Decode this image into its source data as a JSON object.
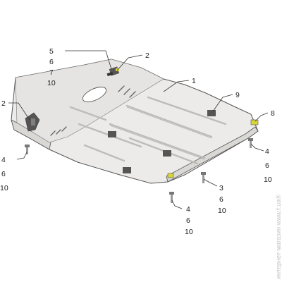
{
  "labels": {
    "top_left_stack": [
      "5",
      "6",
      "7",
      "10"
    ],
    "top_right_2": "2",
    "left_2": "2",
    "main_1": "1",
    "right_9": "9",
    "far_right_8": "8",
    "left_stack": [
      "4",
      "6",
      "10"
    ],
    "right_stack": [
      "4",
      "6",
      "10"
    ],
    "mid_stack": [
      "3",
      "6",
      "10"
    ],
    "bottom_stack": [
      "4",
      "6",
      "10"
    ]
  },
  "watermark": "интернет-магазин www.f.ua®",
  "colors": {
    "plate_fill": "#ecebe9",
    "plate_shade": "#d9d8d5",
    "outline": "#555555",
    "rib": "#bdbcb9",
    "bracket": "#555555",
    "bolt_accent": "#d8d43a"
  }
}
